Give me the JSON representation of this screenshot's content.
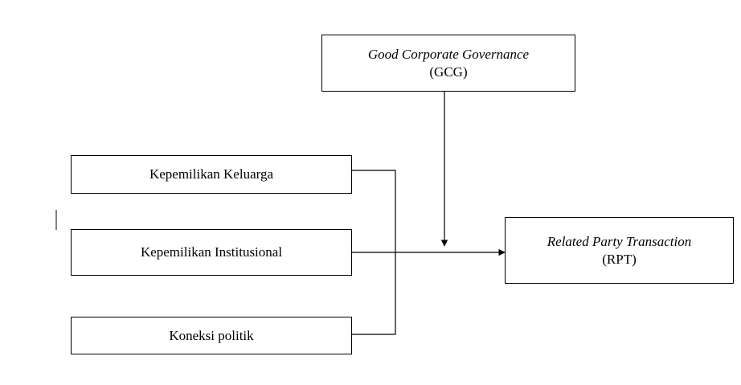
{
  "gcg": {
    "title": "Good Corporate Governance",
    "abbr": "(GCG)"
  },
  "independents": [
    {
      "label": "Kepemilikan Keluarga"
    },
    {
      "label": "Kepemilikan Institusional"
    },
    {
      "label": "Koneksi politik"
    }
  ],
  "rpt": {
    "title": "Related Party Transaction",
    "abbr": "(RPT)"
  },
  "colors": {
    "stroke": "#000000",
    "background": "#ffffff"
  }
}
